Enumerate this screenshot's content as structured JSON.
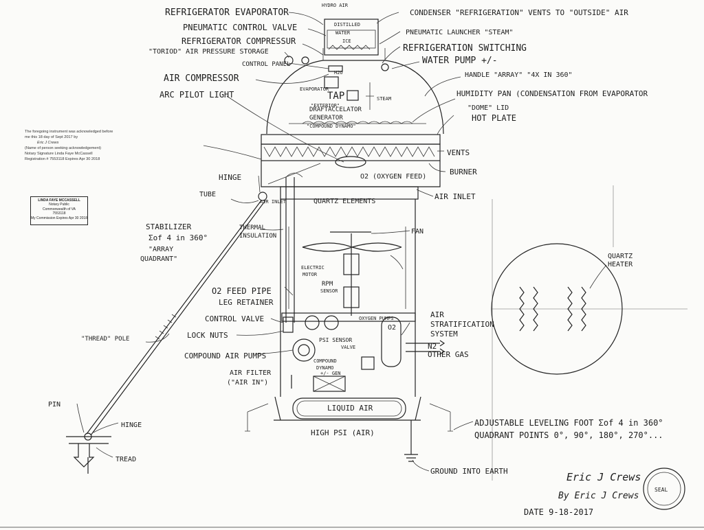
{
  "labels": {
    "refrig_evap": "REFRIGERATOR EVAPORATOR",
    "pneu_valve": "PNEUMATIC CONTROL VALVE",
    "refrig_comp": "REFRIGERATOR COMPRESSUR",
    "toroid": "\"TORIOD\" AIR PRESSURE STORAGE",
    "control_panel": "CONTROL PANEL",
    "air_comp": "AIR COMPRESSOR",
    "arc_pilot": "ARC PILOT LIGHT",
    "evaporator": "EVAPORATOR",
    "tap": "TAP",
    "exterior": "\"EXTERIOR\"",
    "steam": "STEAM",
    "draft": "DRAFTACCELATOR",
    "generator": "GENERATOR",
    "compound_dynamo": "\"COMPOUND DYNAMO\"",
    "hydro_air": "HYDRO AIR",
    "distilled": "DISTILLED",
    "water": "WATER",
    "ice": "ICE",
    "h2o": "H2O",
    "condenser": "CONDENSER \"REFRIGERATION\" VENTS TO \"OUTSIDE\" AIR",
    "pneu_launcher": "PNEUMATIC LAUNCHER \"STEAM\"",
    "refrig_switch": "REFRIGERATION SWITCHING",
    "water_pump": "WATER PUMP +/-",
    "handle": "HANDLE \"ARRAY\" \"4X IN 360\"",
    "humidity": "HUMIDITY PAN (CONDENSATION FROM EVAPORATOR",
    "dome": "\"DOME\" LID",
    "hot_plate": "HOT PLATE",
    "vents": "VENTS",
    "burner": "BURNER",
    "o2_feed": "O2 (OXYGEN FEED)",
    "air_inlet_r": "AIR INLET",
    "air_inlet_l": "AIR INLET",
    "quartz_el": "QUARTZ ELEMENTS",
    "hinge_top": "HINGE",
    "tube": "TUBE",
    "thermal": "THERMAL",
    "insulation": "INSULATION",
    "stab1": "STABILIZER",
    "stab2": "Σof 4 in 360°",
    "stab3": "\"ARRAY",
    "stab4": "QUADRANT\"",
    "fan": "FAN",
    "electric": "ELECTRIC",
    "motor": "MOTOR",
    "rpm": "RPM",
    "sensor": "SENSOR",
    "o2_pipe": "O2 FEED PIPE",
    "leg_ret": "LEG RETAINER",
    "control_valve": "CONTROL VALVE",
    "lock_nuts": "LOCK NUTS",
    "thread_pole": "\"THREAD\" POLE",
    "comp_pumps": "COMPOUND AIR PUMPS",
    "air_filter": "AIR FILTER",
    "air_in": "(\"AIR IN\")",
    "oxygen_pumps": "OXYGEN PUMPS",
    "psi_sensor": "PSI SENSOR",
    "valve": "VALVE",
    "compound": "COMPOUND",
    "dynamo": "DYNAMO",
    "gen": "+/- GEN",
    "air_strat1": "AIR",
    "air_strat2": "STRATIFICATION",
    "air_strat3": "SYSTEM",
    "o2_tank": "O2",
    "n2": "N2",
    "other_gas": "OTHER GAS",
    "liquid_air": "LIQUID AIR",
    "high_psi": "HIGH PSI (AIR)",
    "ground": "GROUND INTO EARTH",
    "adj1": "ADJUSTABLE LEVELING FOOT Σof 4 in 360°",
    "adj2": "QUADRANT POINTS 0°, 90°, 180°, 270°...",
    "quartz_heater1": "QUARTZ",
    "quartz_heater2": "HEATER",
    "pin": "PIN",
    "hinge_bot": "HINGE",
    "tread": "TREAD",
    "signature1": "Eric J Crews",
    "signature2": "By Eric J Crews",
    "date": "DATE  9-18-2017"
  },
  "notary": {
    "line1": "The foregoing instrument was acknowledged before",
    "line2": "me this 18 day of Sept 2017 by",
    "line3": "Eric J Crews",
    "line4": "(Name of person seeking acknowledgement)",
    "line5": "Notary Signature  Linda Faye McCassell",
    "line6": "Registration # 7553118    Expires Apr 30 2018"
  },
  "stamp": {
    "line1": "LINDA FAYE MCCASSELL",
    "line2": "Notary Public",
    "line3": "Commonwealth of VA",
    "line4": "7553118",
    "line5": "My Commission Expires Apr 30 2018"
  }
}
